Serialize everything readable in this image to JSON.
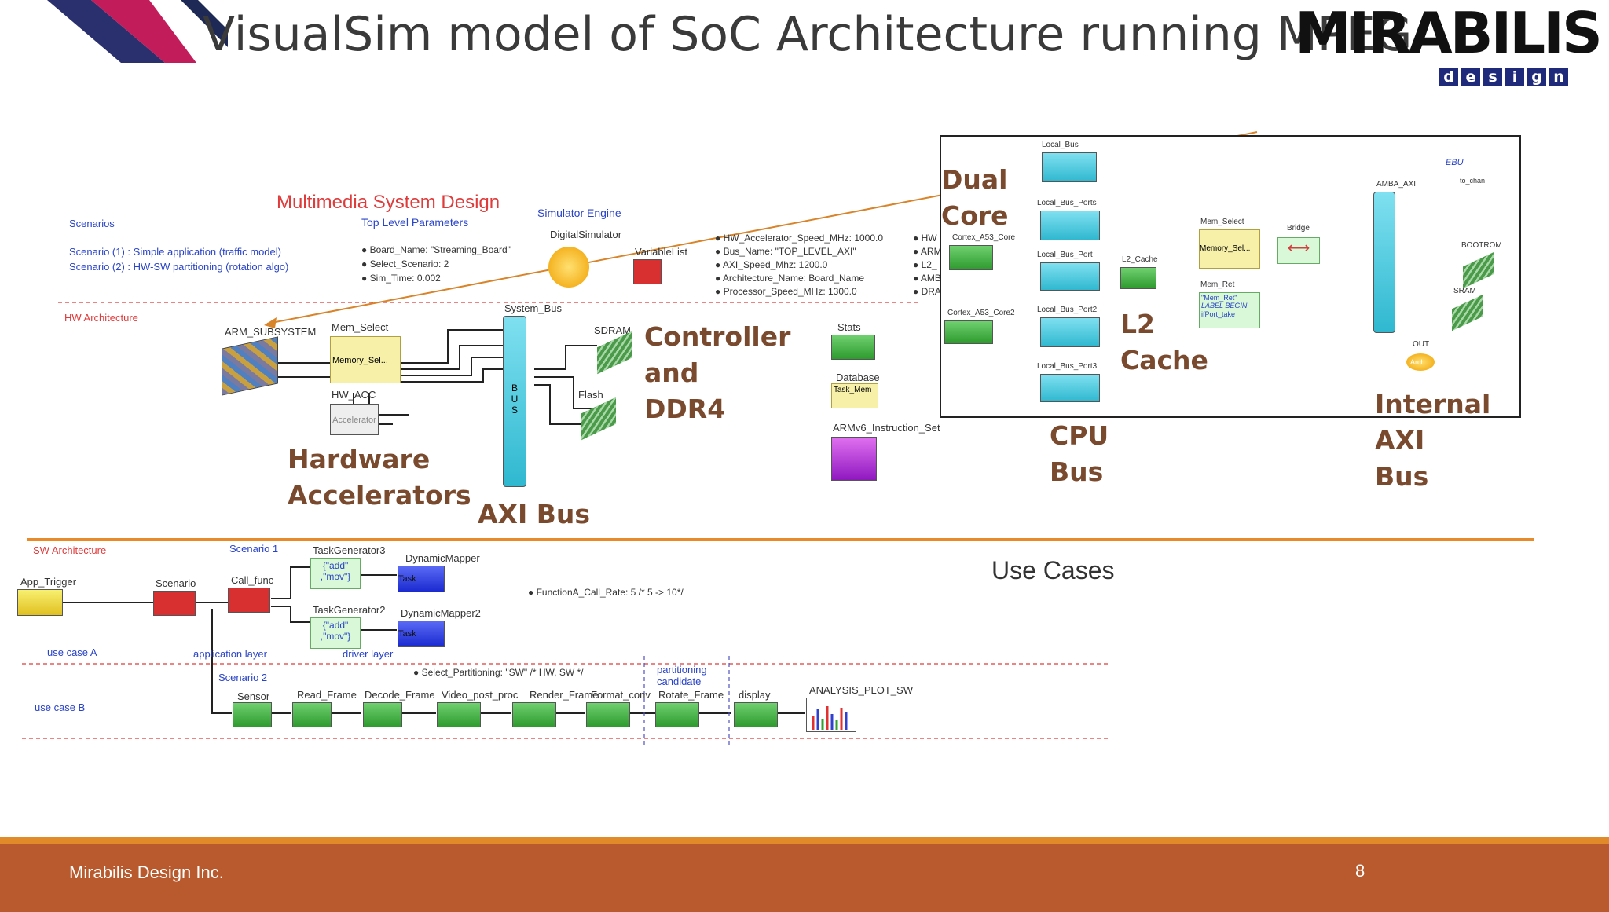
{
  "slide": {
    "title": "VisualSim model of SoC Architecture running MPEG",
    "logo_text": "MIRABILIS",
    "logo_sub": [
      "d",
      "e",
      "s",
      "i",
      "g",
      "n"
    ],
    "footer_company": "Mirabilis Design Inc.",
    "page_number": "8"
  },
  "top": {
    "header": "Multimedia System Design",
    "top_level_params": "Top Level Parameters",
    "simulator_engine": "Simulator Engine",
    "digital_simulator": "DigitalSimulator",
    "variable_list": "VariableList",
    "scenarios_heading": "Scenarios",
    "scenario1": "Scenario (1) :  Simple application (traffic model)",
    "scenario2": "Scenario (2) :  HW-SW partitioning (rotation algo)",
    "params": [
      "Board_Name: \"Streaming_Board\"",
      "Select_Scenario: 2",
      "Sim_Time: 0.002"
    ],
    "params_right": [
      "HW_Accelerator_Speed_MHz: 1000.0",
      "Bus_Name: \"TOP_LEVEL_AXI\"",
      "AXI_Speed_Mhz: 1200.0",
      "Architecture_Name: Board_Name",
      "Processor_Speed_MHz: 1300.0"
    ],
    "params_cut": [
      "HW",
      "ARM",
      "L2_",
      "AMB",
      "DRA"
    ]
  },
  "hw": {
    "section": "HW Architecture",
    "arm_subsystem": "ARM_SUBSYSTEM",
    "mem_select": "Mem_Select",
    "memory_sel": "Memory_Sel...",
    "hw_acc": "HW_ACC",
    "accelerator": "Accelerator",
    "system_bus": "System_Bus",
    "bus_letters": "B U S",
    "sdram": "SDRAM",
    "flash": "Flash",
    "stats": "Stats",
    "database": "Database",
    "task_mem": "Task_Mem",
    "arm6_instr": "ARMv6_Instruction_Set",
    "callout_accel": "Hardware Accelerators",
    "callout_axi": "AXI Bus",
    "callout_ctrl": "Controller and DDR4"
  },
  "zoom": {
    "local_bus": "Local_Bus",
    "local_bus_ports": "Local_Bus_Ports",
    "local_bus_port": "Local_Bus_Port",
    "local_bus_port2": "Local_Bus_Port2",
    "local_bus_port3": "Local_Bus_Port3",
    "cortex_core": "Cortex_A53_Core",
    "cortex_core2": "Cortex_A53_Core2",
    "l2_cache": "L2_Cache",
    "mem_select": "Mem_Select",
    "memory_sel": "Memory_Sel...",
    "mem_ret": "Mem_Ret",
    "mem_ret_val": "\"Mem_Ret\"",
    "label_begin": "LABEL BEGIN",
    "port_take": "ifPort_take",
    "bridge": "Bridge",
    "amba_axi": "AMBA_AXI",
    "ebu": "EBU",
    "to_chan": "to_chan",
    "bootrom": "BOOTROM",
    "sram": "SRAM",
    "out": "OUT",
    "arch": "Arch...",
    "callout_dual": "Dual Core",
    "callout_l2": "L2 Cache",
    "callout_cpu": "CPU Bus",
    "callout_internal": "Internal AXI Bus"
  },
  "sw": {
    "section": "SW Architecture",
    "use_cases": "Use Cases",
    "scenario1": "Scenario 1",
    "scenario2": "Scenario 2",
    "app_trigger": "App_Trigger",
    "scenario": "Scenario",
    "call_func": "Call_func",
    "taskgen3": "TaskGenerator3",
    "taskgen2": "TaskGenerator2",
    "task_code": "{\"add\" ,\"mov\"}",
    "dynmapper": "DynamicMapper",
    "dynmapper2": "DynamicMapper2",
    "task": "Task",
    "func_rate": "FunctionA_Call_Rate: 5  /* 5 -> 10*/",
    "use_case_a": "use case A",
    "use_case_b": "use case B",
    "app_layer": "application layer",
    "driver_layer": "driver layer",
    "select_part": "Select_Partitioning: \"SW\" /*  HW, SW */",
    "partitioning": "partitioning candidate",
    "pipeline": [
      "Sensor",
      "Read_Frame",
      "Decode_Frame",
      "Video_post_proc",
      "Render_Frame",
      "Format_conv",
      "Rotate_Frame",
      "display"
    ],
    "analysis": "ANALYSIS_PLOT_SW"
  },
  "colors": {
    "accent_orange": "#e8892a",
    "footer": "#b85a2e",
    "callout": "#7a4a2e",
    "label_red": "#e03b3b",
    "label_blue": "#2a44c8"
  }
}
